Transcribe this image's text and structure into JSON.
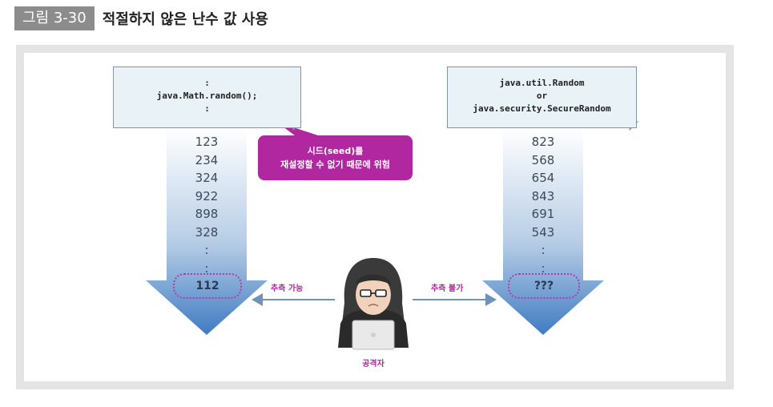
{
  "figure": {
    "label": "그림 3-30",
    "title": "적절하지 않은 난수 값 사용"
  },
  "left": {
    "code_lines": [
      ":",
      "java.Math.random();",
      ":"
    ],
    "numbers": [
      "123",
      "234",
      "324",
      "922",
      "898",
      "328",
      ":",
      ":"
    ],
    "final": "112",
    "arrow_label": "추측 가능"
  },
  "right": {
    "code_lines": [
      "java.util.Random",
      "or",
      "java.security.SecureRandom"
    ],
    "numbers": [
      "823",
      "568",
      "654",
      "843",
      "691",
      "543",
      ":",
      ":"
    ],
    "final": "???",
    "arrow_label": "추측 불가"
  },
  "callout": {
    "line1": "시드(seed)를",
    "line2": "재설정할 수 없기 때문에 위험"
  },
  "attacker": {
    "label": "공격자"
  },
  "colors": {
    "magenta": "#b0279f",
    "arrow_top": "#ffffff",
    "arrow_bottom": "#4a86c8",
    "code_bg": "#e8f2f7",
    "connector": "#7fa1bf"
  }
}
